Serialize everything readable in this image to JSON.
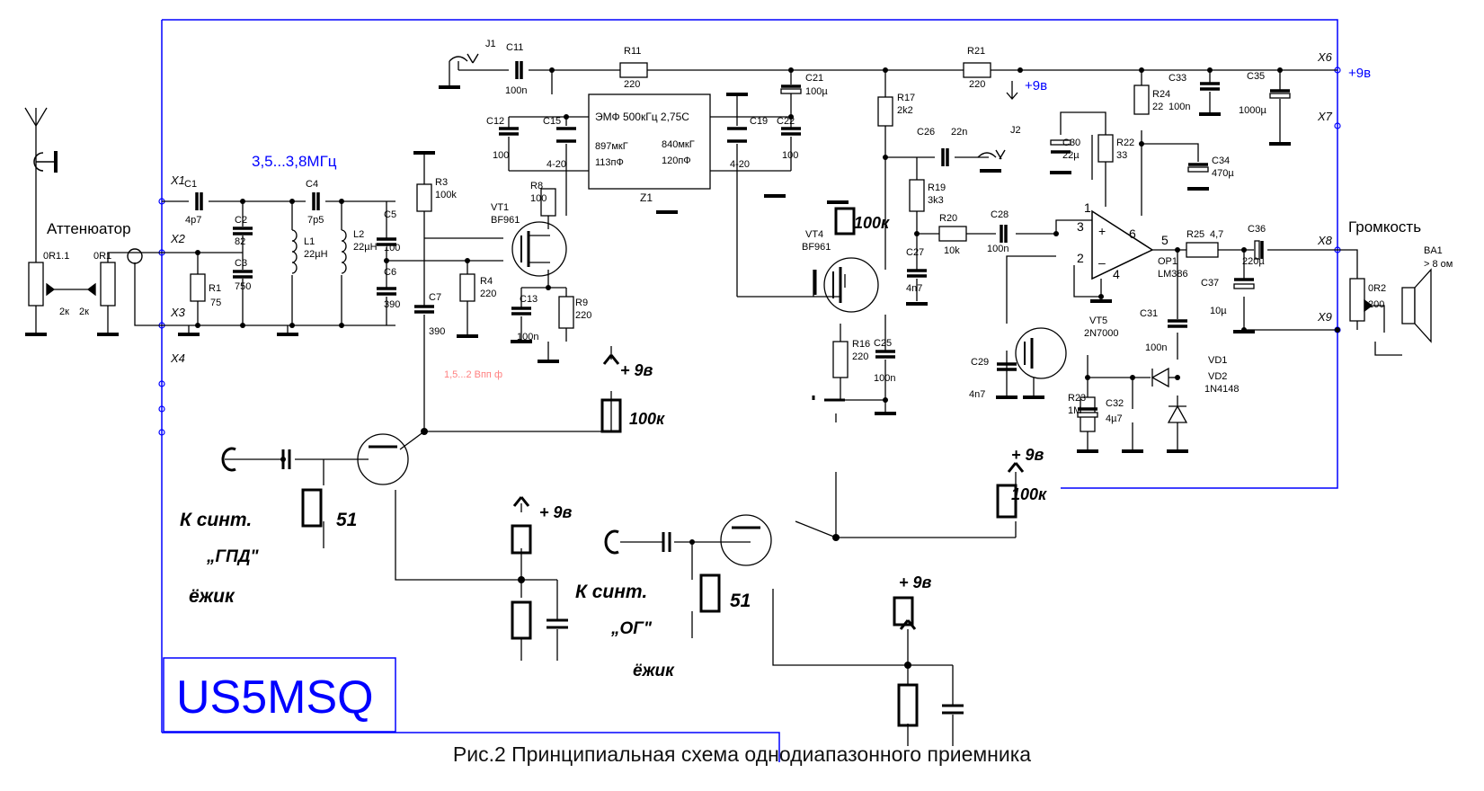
{
  "title_text": "US5MSQ",
  "caption": "Рис.2 Принципиальная схема однодиапазонного приемника",
  "colors": {
    "frame_blue": "#0000ff",
    "wire": "#000000",
    "label_blue": "#0000ff",
    "label_red": "#ff0000"
  },
  "labels": {
    "attenuator": "Аттенюатор",
    "band": "3,5...3,8МГц",
    "volume": "Громкость",
    "supply": "+9в",
    "emf_title": "ЭМФ 500кГц 2,75С",
    "emf_l1": "897мкГ",
    "emf_c1": "113пФ",
    "emf_l2": "840мкГ",
    "emf_c2": "120пФ",
    "emf_ref": "Z1",
    "faint_v": "1,5...2 Впп ф",
    "speaker_note": "> 8 ом"
  },
  "ports": [
    "X1",
    "X2",
    "X3",
    "X4",
    "X6",
    "X7",
    "X8",
    "X9"
  ],
  "components": [
    {
      "ref": "C1",
      "value": "4p7"
    },
    {
      "ref": "C2",
      "value": "82"
    },
    {
      "ref": "C3",
      "value": "750"
    },
    {
      "ref": "C4",
      "value": "7p5"
    },
    {
      "ref": "C5",
      "value": "100"
    },
    {
      "ref": "C6",
      "value": "390"
    },
    {
      "ref": "C7",
      "value": "390"
    },
    {
      "ref": "C11",
      "value": "100n"
    },
    {
      "ref": "C12",
      "value": "100"
    },
    {
      "ref": "C13",
      "value": "100n"
    },
    {
      "ref": "C15",
      "value": "4-20"
    },
    {
      "ref": "C19",
      "value": "4-20"
    },
    {
      "ref": "C21",
      "value": "100µ"
    },
    {
      "ref": "C22",
      "value": "100"
    },
    {
      "ref": "C25",
      "value": "100n"
    },
    {
      "ref": "C26",
      "value": "22n"
    },
    {
      "ref": "C27",
      "value": "4n7"
    },
    {
      "ref": "C28",
      "value": "100n"
    },
    {
      "ref": "C29",
      "value": "4n7"
    },
    {
      "ref": "C30",
      "value": "22µ"
    },
    {
      "ref": "C31",
      "value": "100n"
    },
    {
      "ref": "C32",
      "value": "4µ7"
    },
    {
      "ref": "C33",
      "value": "100n"
    },
    {
      "ref": "C34",
      "value": "470µ"
    },
    {
      "ref": "C35",
      "value": "1000µ"
    },
    {
      "ref": "C36",
      "value": "220µ"
    },
    {
      "ref": "C37",
      "value": "10µ"
    },
    {
      "ref": "R1",
      "value": "75"
    },
    {
      "ref": "R3",
      "value": "100k"
    },
    {
      "ref": "R4",
      "value": "220"
    },
    {
      "ref": "R8",
      "value": "100"
    },
    {
      "ref": "R9",
      "value": "220"
    },
    {
      "ref": "R11",
      "value": "220"
    },
    {
      "ref": "R16",
      "value": "220"
    },
    {
      "ref": "R17",
      "value": "2k2"
    },
    {
      "ref": "R19",
      "value": "3k3"
    },
    {
      "ref": "R20",
      "value": "10k"
    },
    {
      "ref": "R21",
      "value": "220"
    },
    {
      "ref": "R22",
      "value": "33"
    },
    {
      "ref": "R23",
      "value": "1M"
    },
    {
      "ref": "R24",
      "value": "22"
    },
    {
      "ref": "R25",
      "value": "4,7"
    },
    {
      "ref": "L1",
      "value": "22µH"
    },
    {
      "ref": "L2",
      "value": "22µH"
    },
    {
      "ref": "VT1",
      "value": "BF961"
    },
    {
      "ref": "VT4",
      "value": "BF961"
    },
    {
      "ref": "VT5",
      "value": "2N7000"
    },
    {
      "ref": "OP1",
      "value": "LM386"
    },
    {
      "ref": "VD1",
      "value": ""
    },
    {
      "ref": "VD2",
      "value": "1N4148"
    },
    {
      "ref": "J1",
      "value": ""
    },
    {
      "ref": "J2",
      "value": ""
    },
    {
      "ref": "BA1",
      "value": ""
    },
    {
      "ref": "0R1.1",
      "value": ""
    },
    {
      "ref": "0R1",
      "value": ""
    },
    {
      "ref": "0R2",
      "value": "200"
    }
  ],
  "pot_values": {
    "left": "2к",
    "right": "2к"
  },
  "opamp_pins": [
    "1",
    "2",
    "3",
    "4",
    "5",
    "6"
  ],
  "handwritten": {
    "plus9": "+ 9в",
    "r100k": "100к",
    "r51": "51",
    "synth_gpd": "К синт.",
    "gpd": "„ГПД\"",
    "ezhik": "ёжик",
    "synth_op": "К синт.",
    "op": "„ОГ\"",
    "ezhik2": "ёжик"
  }
}
